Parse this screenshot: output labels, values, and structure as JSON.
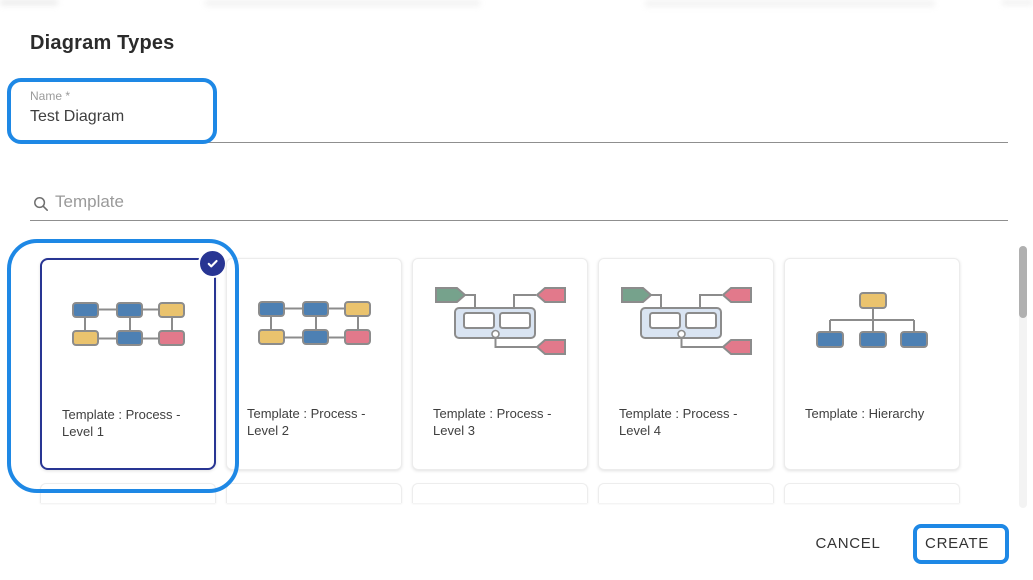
{
  "dialog": {
    "title": "Diagram Types",
    "name_field": {
      "label": "Name *",
      "value": "Test Diagram"
    },
    "template_search": {
      "placeholder": "Template"
    },
    "templates": [
      {
        "label": "Template : Process - Level 1",
        "selected": true,
        "thumbnail": "process-level-1"
      },
      {
        "label": "Template : Process - Level 2",
        "selected": false,
        "thumbnail": "process-level-1"
      },
      {
        "label": "Template : Process - Level 3",
        "selected": false,
        "thumbnail": "process-level-3"
      },
      {
        "label": "Template : Process - Level 4",
        "selected": false,
        "thumbnail": "process-level-3"
      },
      {
        "label": "Template : Hierarchy",
        "selected": false,
        "thumbnail": "hierarchy"
      }
    ],
    "actions": {
      "cancel_label": "CANCEL",
      "create_label": "CREATE"
    },
    "colors": {
      "annotation_blue": "#1e88e5",
      "selected_navy": "#283593",
      "node_blue": "#4d80b3",
      "node_yellow": "#eac36e",
      "node_pink": "#e2798b",
      "node_green": "#76a28c",
      "node_stroke": "#8c8c8c",
      "container_fill": "#d9e4f2"
    }
  }
}
